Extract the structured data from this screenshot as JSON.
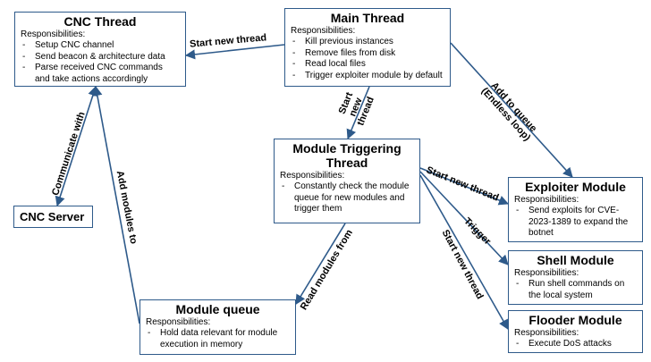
{
  "resp_label": "Responsibilities:",
  "nodes": {
    "cnc_thread": {
      "title": "CNC Thread",
      "items": [
        "Setup CNC channel",
        "Send beacon & architecture data",
        "Parse received CNC commands and take actions accordingly"
      ]
    },
    "main_thread": {
      "title": "Main Thread",
      "items": [
        "Kill previous instances",
        "Remove files from disk",
        "Read local files",
        "Trigger exploiter module by default"
      ]
    },
    "module_triggering": {
      "title": "Module Triggering Thread",
      "items": [
        "Constantly check the module queue for new modules and trigger them"
      ]
    },
    "cnc_server": {
      "title": "CNC Server"
    },
    "module_queue": {
      "title": "Module queue",
      "items": [
        "Hold data relevant for module execution in memory"
      ]
    },
    "exploiter": {
      "title": "Exploiter Module",
      "items": [
        "Send exploits for CVE-2023-1389 to expand the botnet"
      ]
    },
    "shell": {
      "title": "Shell Module",
      "items": [
        "Run shell commands on the local system"
      ]
    },
    "flooder": {
      "title": "Flooder Module",
      "items": [
        "Execute DoS attacks"
      ]
    }
  },
  "edges": {
    "main_to_cnc": "Start new thread",
    "main_to_trigger": "Start new thread",
    "main_to_exploiter": "Add to queue (Endless loop)",
    "cnc_server_comm": "Communicate with",
    "cnc_add_modules": "Add modules to",
    "queue_read": "Read modules from",
    "trigger_to_exploiter": "Start new thread",
    "trigger_to_shell": "Trigger",
    "trigger_to_flooder": "Start new thread"
  },
  "colors": {
    "border": "#2e5a8a",
    "arrow": "#2e5a8a"
  }
}
